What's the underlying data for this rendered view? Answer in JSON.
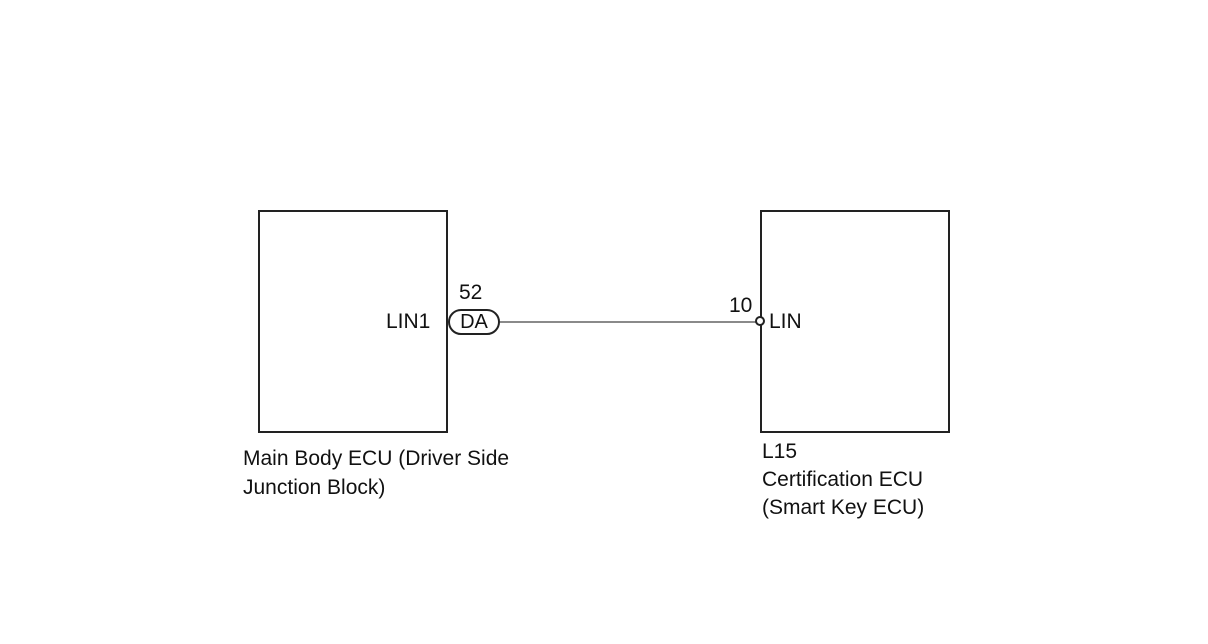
{
  "left_component": {
    "name_line1": "Main Body ECU (Driver Side",
    "name_line2": "Junction Block)",
    "pin_label": "LIN1",
    "connector_code": "DA",
    "pin_number": "52"
  },
  "right_component": {
    "code": "L15",
    "name_line1": "Certification ECU",
    "name_line2": "(Smart Key ECU)",
    "pin_label": "LIN",
    "pin_number": "10"
  }
}
